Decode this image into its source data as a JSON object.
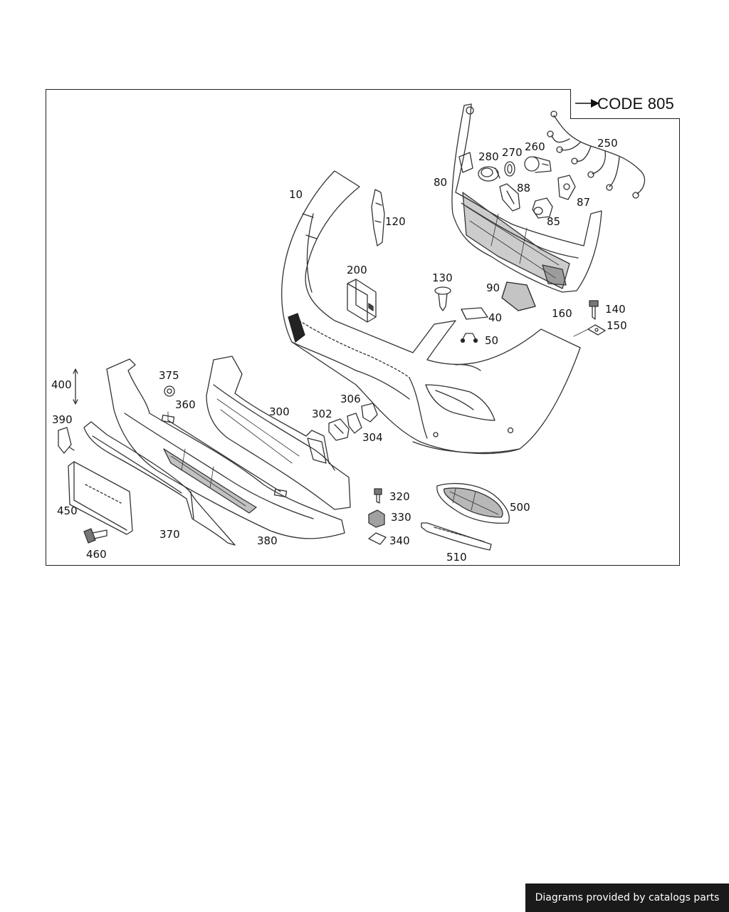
{
  "code_label": "CODE 805",
  "footer_text": "Diagrams provided by catalogs parts",
  "labels": {
    "l10": "10",
    "l120": "120",
    "l200": "200",
    "l130": "130",
    "l90": "90",
    "l40": "40",
    "l50": "50",
    "l160": "160",
    "l140": "140",
    "l150": "150",
    "l80": "80",
    "l280": "280",
    "l270": "270",
    "l260": "260",
    "l250": "250",
    "l88": "88",
    "l87": "87",
    "l85": "85",
    "l400": "400",
    "l375": "375",
    "l360": "360",
    "l300": "300",
    "l302": "302",
    "l306": "306",
    "l304": "304",
    "l390": "390",
    "l450": "450",
    "l370": "370",
    "l380": "380",
    "l460": "460",
    "l320": "320",
    "l330": "330",
    "l340": "340",
    "l500": "500",
    "l510": "510"
  }
}
